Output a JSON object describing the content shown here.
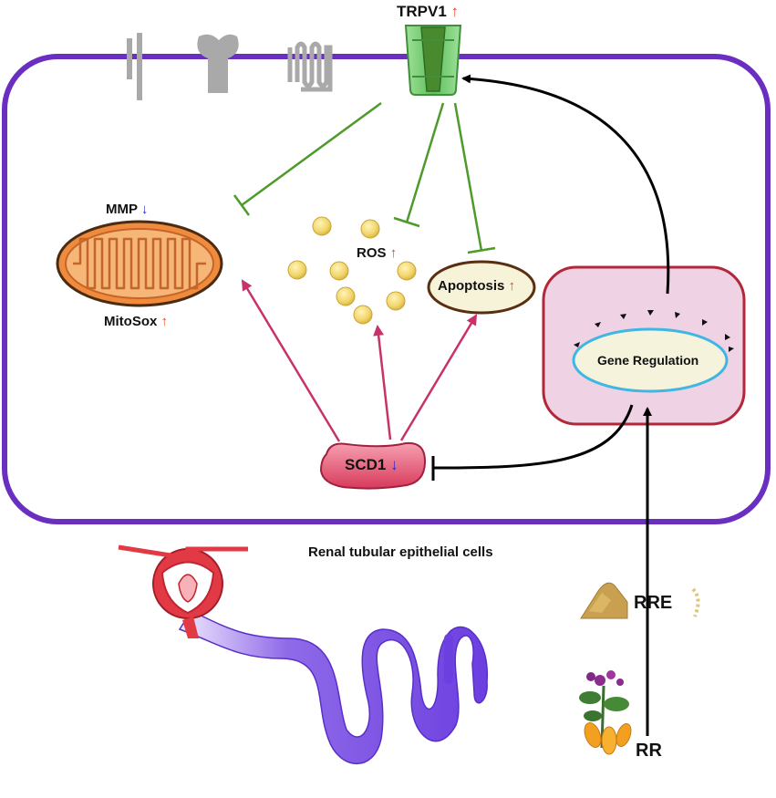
{
  "labels": {
    "trpv1": "TRPV1",
    "mmp": "MMP",
    "mitosox": "MitoSox",
    "ros": "ROS",
    "apoptosis": "Apoptosis",
    "gene_regulation": "Gene Regulation",
    "scd1": "SCD1",
    "cell_type": "Renal tubular epithelial cells",
    "rre": "RRE",
    "rr": "RR"
  },
  "arrows": {
    "up": "↑",
    "down": "↓"
  },
  "colors": {
    "membrane": "#6a2fc0",
    "inhibition_line": "#4e9a2a",
    "scd1_arrow": "#c8326a",
    "nucleus_border": "#b3273a",
    "nucleus_fill": "#efd2e4",
    "gene_ring": "#3fb6e3",
    "up_arrow": "#e8431d",
    "down_arrow": "#2a2ad4"
  },
  "icons": [
    "membrane-receptor-icon",
    "trpv1-channel-icon",
    "mitochondrion-icon",
    "ros-particle-icon",
    "nephron-icon",
    "powder-pile-icon",
    "rr-plant-icon"
  ]
}
